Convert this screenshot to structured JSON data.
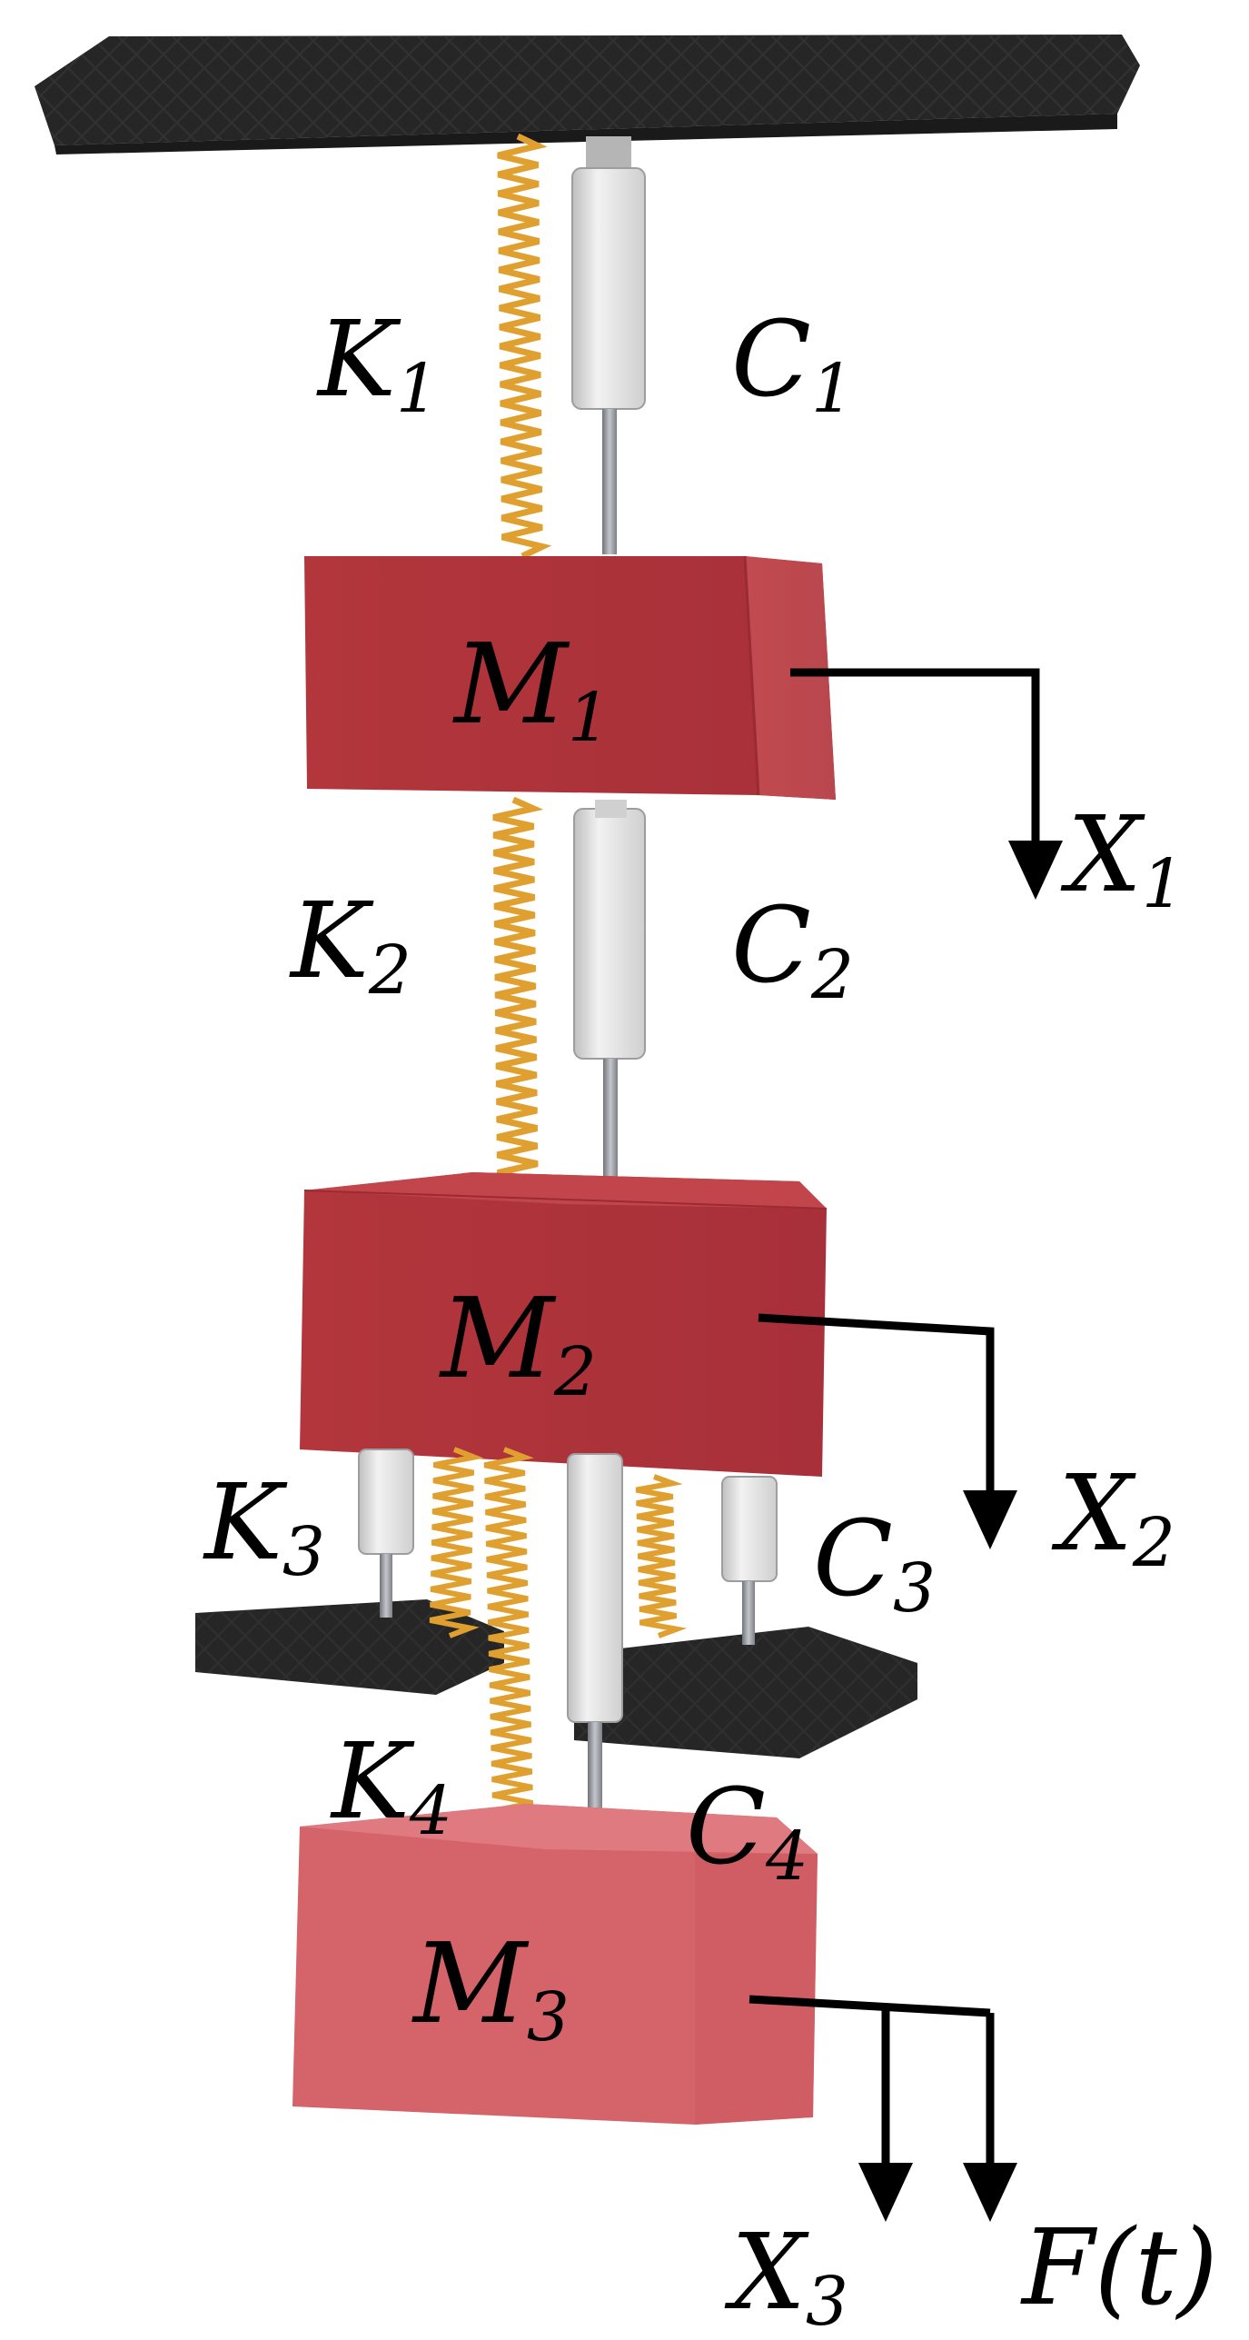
{
  "colors": {
    "mass_dark": "#b2363b",
    "mass_light": "#d76268",
    "plate": "#262626",
    "spring": "#e0a030",
    "damper": "#e6e6e6",
    "rod": "#9a9ea3",
    "arrow": "#000000"
  },
  "labels": {
    "k1": {
      "base": "K",
      "sub": "1"
    },
    "c1": {
      "base": "C",
      "sub": "1"
    },
    "k2": {
      "base": "K",
      "sub": "2"
    },
    "c2": {
      "base": "C",
      "sub": "2"
    },
    "k3": {
      "base": "K",
      "sub": "3"
    },
    "c3": {
      "base": "C",
      "sub": "3"
    },
    "k4": {
      "base": "K",
      "sub": "4"
    },
    "c4": {
      "base": "C",
      "sub": "4"
    },
    "m1": {
      "base": "M",
      "sub": "1"
    },
    "m2": {
      "base": "M",
      "sub": "2"
    },
    "m3": {
      "base": "M",
      "sub": "3"
    },
    "x1": {
      "base": "X",
      "sub": "1"
    },
    "x2": {
      "base": "X",
      "sub": "2"
    },
    "x3": {
      "base": "X",
      "sub": "3"
    },
    "force": "F(t)"
  }
}
